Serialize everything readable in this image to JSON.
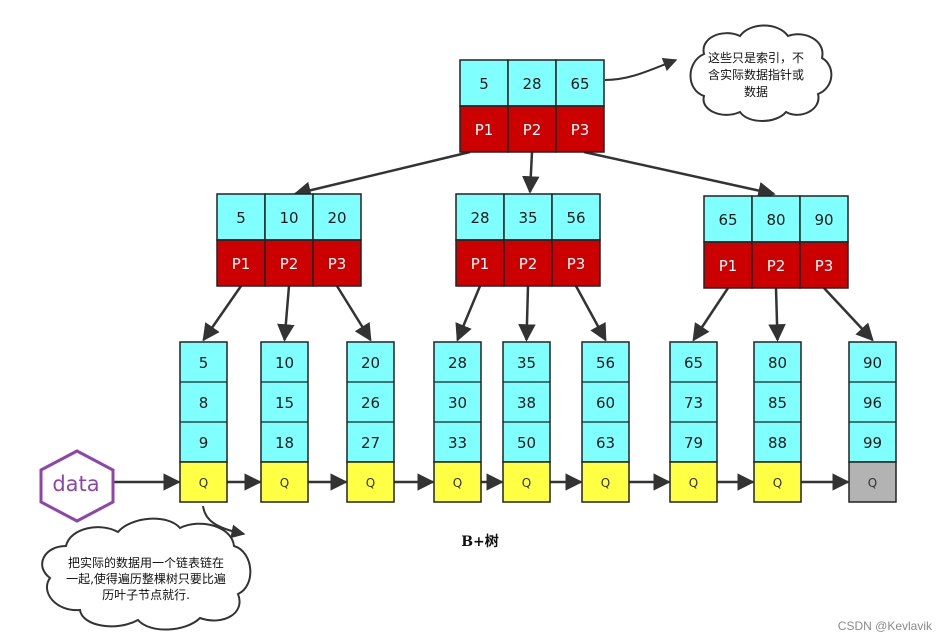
{
  "title": "B+树",
  "watermark": "CSDN @Kevlavik",
  "data_label": "data",
  "colors": {
    "key_fill": "#80ffff",
    "pointer_fill": "#cc0000",
    "q_fill": "#ffff44",
    "q_last_fill": "#b3b3b3",
    "hexagon_stroke": "#8e44ad",
    "edge": "#333333"
  },
  "root": {
    "keys": [
      "5",
      "28",
      "65"
    ],
    "pointers": [
      "P1",
      "P2",
      "P3"
    ]
  },
  "internal": [
    {
      "keys": [
        "5",
        "10",
        "20"
      ],
      "pointers": [
        "P1",
        "P2",
        "P3"
      ]
    },
    {
      "keys": [
        "28",
        "35",
        "56"
      ],
      "pointers": [
        "P1",
        "P2",
        "P3"
      ]
    },
    {
      "keys": [
        "65",
        "80",
        "90"
      ],
      "pointers": [
        "P1",
        "P2",
        "P3"
      ]
    }
  ],
  "leaves": [
    {
      "keys": [
        "5",
        "8",
        "9"
      ],
      "q": "Q"
    },
    {
      "keys": [
        "10",
        "15",
        "18"
      ],
      "q": "Q"
    },
    {
      "keys": [
        "20",
        "26",
        "27"
      ],
      "q": "Q"
    },
    {
      "keys": [
        "28",
        "30",
        "33"
      ],
      "q": "Q"
    },
    {
      "keys": [
        "35",
        "38",
        "50"
      ],
      "q": "Q"
    },
    {
      "keys": [
        "56",
        "60",
        "63"
      ],
      "q": "Q"
    },
    {
      "keys": [
        "65",
        "73",
        "79"
      ],
      "q": "Q"
    },
    {
      "keys": [
        "80",
        "85",
        "88"
      ],
      "q": "Q"
    },
    {
      "keys": [
        "90",
        "96",
        "99"
      ],
      "q": "Q"
    }
  ],
  "callout_top": [
    "这些只是索引，不",
    "含实际数据指针或",
    "数据"
  ],
  "callout_bottom": [
    "把实际的数据用一个链表链在",
    "一起,使得遍历整棵树只要比遍",
    "历叶子节点就行."
  ]
}
